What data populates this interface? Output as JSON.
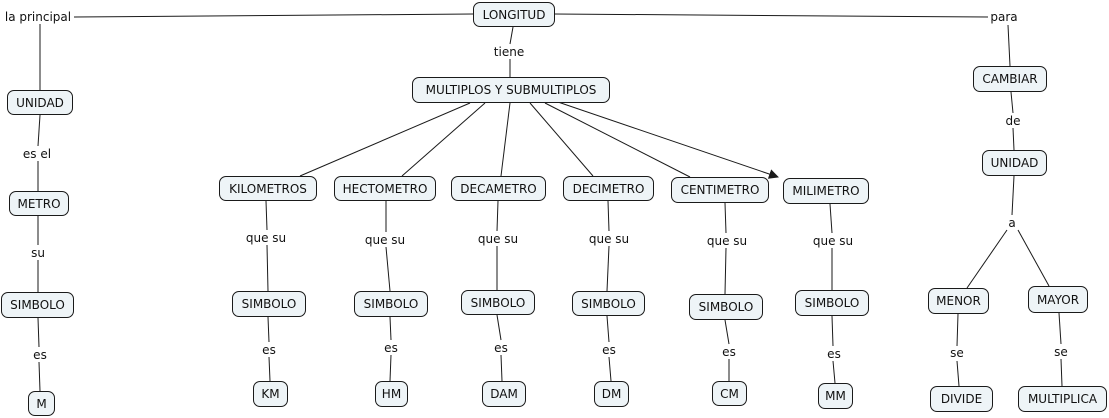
{
  "nodes": {
    "longitud": "LONGITUD",
    "multiplos": "MULTIPLOS Y SUBMULTIPLOS",
    "unidad_left": "UNIDAD",
    "metro": "METRO",
    "simbolo_left": "SIMBOLO",
    "m": "M",
    "kilometros": "KILOMETROS",
    "hectometro": "HECTOMETRO",
    "decametro": "DECAMETRO",
    "decimetro": "DECIMETRO",
    "centimetro": "CENTIMETRO",
    "milimetro": "MILIMETRO",
    "simbolo_km": "SIMBOLO",
    "simbolo_hm": "SIMBOLO",
    "simbolo_dam": "SIMBOLO",
    "simbolo_dm": "SIMBOLO",
    "simbolo_cm": "SIMBOLO",
    "simbolo_mm": "SIMBOLO",
    "km": "KM",
    "hm": "HM",
    "dam": "DAM",
    "dm": "DM",
    "cm": "CM",
    "mm": "MM",
    "cambiar": "CAMBIAR",
    "unidad_right": "UNIDAD",
    "menor": "MENOR",
    "mayor": "MAYOR",
    "divide": "DIVIDE",
    "multiplica": "MULTIPLICA"
  },
  "links": {
    "la_principal": "la principal",
    "tiene": "tiene",
    "para": "para",
    "es_el": "es el",
    "su": "su",
    "es_left": "es",
    "que_su_km": "que su",
    "que_su_hm": "que su",
    "que_su_dam": "que su",
    "que_su_dm": "que su",
    "que_su_cm": "que su",
    "que_su_mm": "que su",
    "es_km": "es",
    "es_hm": "es",
    "es_dam": "es",
    "es_dm": "es",
    "es_cm": "es",
    "es_mm": "es",
    "de": "de",
    "a": "a",
    "se_menor": "se",
    "se_mayor": "se"
  },
  "colors": {
    "node_fill": "#eef4f7",
    "node_border": "#1a1a1a",
    "line": "#1a1a1a"
  }
}
